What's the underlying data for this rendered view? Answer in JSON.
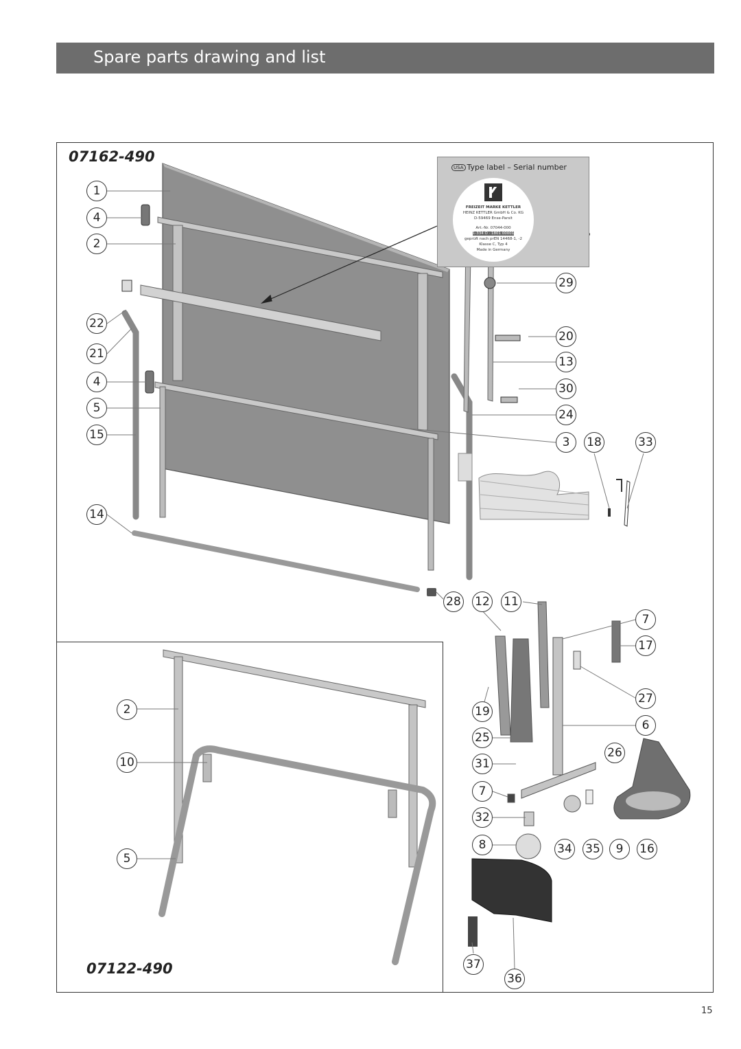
{
  "header": {
    "title": "Spare parts drawing and list"
  },
  "models": {
    "top": "07162-490",
    "bottom": "07122-490"
  },
  "type_label": {
    "heading": "Type label – Serial number",
    "badge": "USA",
    "lines": [
      "FREIZEIT MARKE KETTLER",
      "HEINZ KETTLER GmbH & Co. KG",
      "D-59469 Ense-Parsit",
      "Art.-Nr. 07044-000",
      "1-334 O · 1801 00001",
      "geprüft nach prEN 14468-1, -2",
      "Klasse C, Typ 4",
      "Made in Germany"
    ]
  },
  "callouts": {
    "c1": "1",
    "c4a": "4",
    "c2a": "2",
    "c22": "22",
    "c21": "21",
    "c4b": "4",
    "c5a": "5",
    "c15": "15",
    "c14": "14",
    "c29": "29",
    "c20": "20",
    "c13": "13",
    "c30": "30",
    "c24": "24",
    "c3": "3",
    "c18": "18",
    "c33": "33",
    "c28": "28",
    "c12": "12",
    "c11": "11",
    "c7a": "7",
    "c17": "17",
    "c27": "27",
    "c6": "6",
    "c19": "19",
    "c25": "25",
    "c26": "26",
    "c31": "31",
    "c7b": "7",
    "c32": "32",
    "c8": "8",
    "c34": "34",
    "c35": "35",
    "c9": "9",
    "c16": "16",
    "c37": "37",
    "c36": "36",
    "c2b": "2",
    "c10": "10",
    "c5b": "5"
  },
  "page_number": "15"
}
